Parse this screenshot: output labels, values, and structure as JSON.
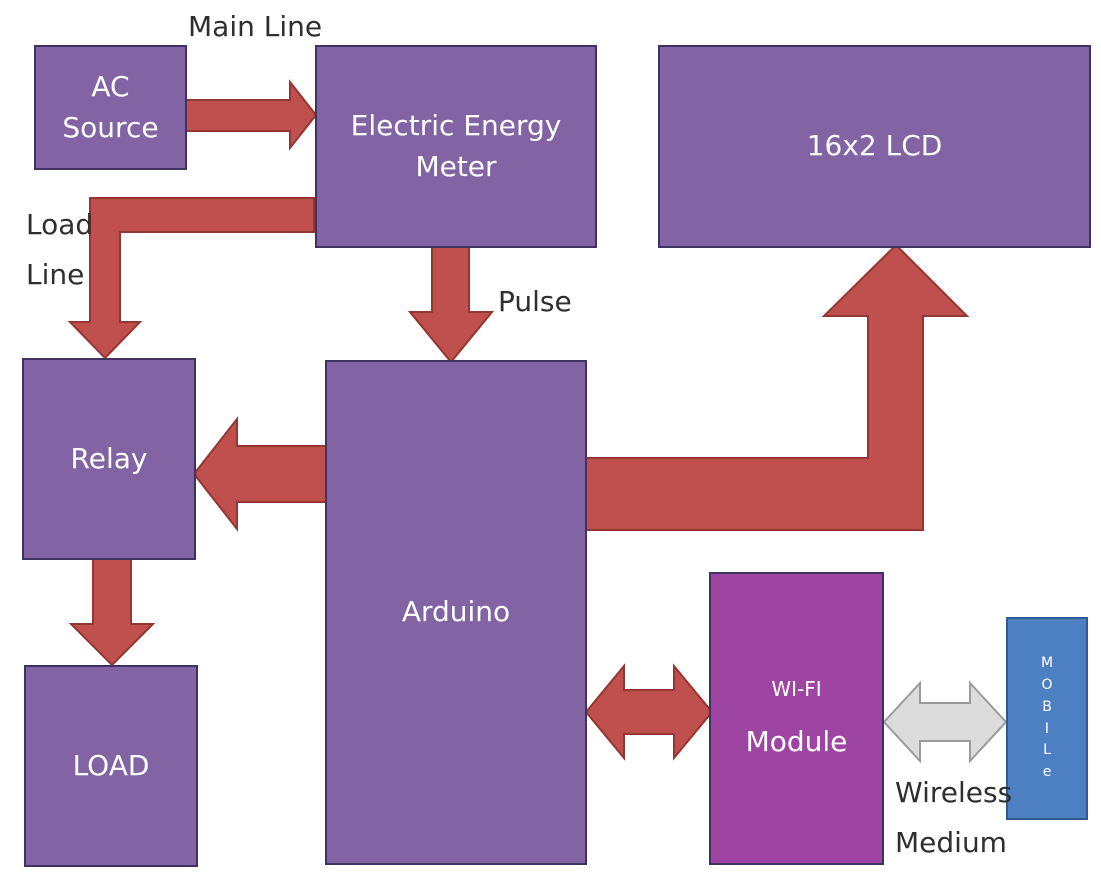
{
  "colors": {
    "box_fill": "#8264a5",
    "wifi_fill": "#9e45a4",
    "mobile_fill": "#4d80c2",
    "arrow_fill": "#c0504d",
    "arrow_stroke": "#943632",
    "wireless_arrow_fill": "#dcdcdc"
  },
  "blocks": {
    "ac_source": {
      "line1": "AC",
      "line2": "Source"
    },
    "energy_meter": {
      "line1": "Electric Energy",
      "line2": "Meter"
    },
    "lcd": {
      "label": "16x2 LCD"
    },
    "relay": {
      "label": "Relay"
    },
    "arduino": {
      "label": "Arduino"
    },
    "load": {
      "label": "LOAD"
    },
    "wifi": {
      "line1": "WI-FI",
      "line2": "Module"
    },
    "mobile": {
      "letters": [
        "M",
        "O",
        "B",
        "I",
        "L",
        "e"
      ]
    }
  },
  "labels": {
    "main_line": "Main Line",
    "load_line_1": "Load",
    "load_line_2": "Line",
    "pulse": "Pulse",
    "wireless_1": "Wireless",
    "wireless_2": "Medium"
  }
}
